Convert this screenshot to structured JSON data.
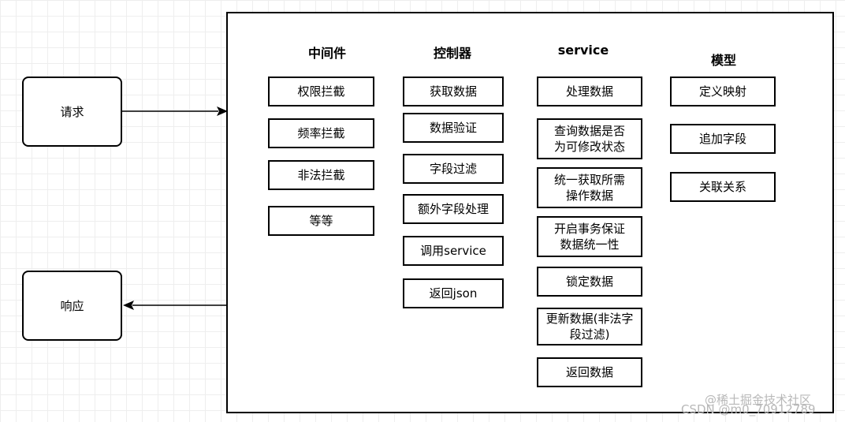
{
  "external": {
    "request": "请求",
    "response": "响应"
  },
  "columns": [
    {
      "title": "中间件",
      "items": [
        "权限拦截",
        "频率拦截",
        "非法拦截",
        "等等"
      ]
    },
    {
      "title": "控制器",
      "items": [
        "获取数据",
        "数据验证",
        "字段过滤",
        "额外字段处理",
        "调用service",
        "返回json"
      ]
    },
    {
      "title": "service",
      "items": [
        "处理数据",
        "查询数据是否为可修改状态",
        "统一获取所需操作数据",
        "开启事务保证数据统一性",
        "锁定数据",
        "更新数据(非法字段过滤)",
        "返回数据"
      ]
    },
    {
      "title": "模型",
      "items": [
        "定义映射",
        "追加字段",
        "关联关系"
      ]
    }
  ],
  "watermark": {
    "line1": "@稀土掘金技术社区",
    "line2": "CSDN @m0_70912789"
  }
}
